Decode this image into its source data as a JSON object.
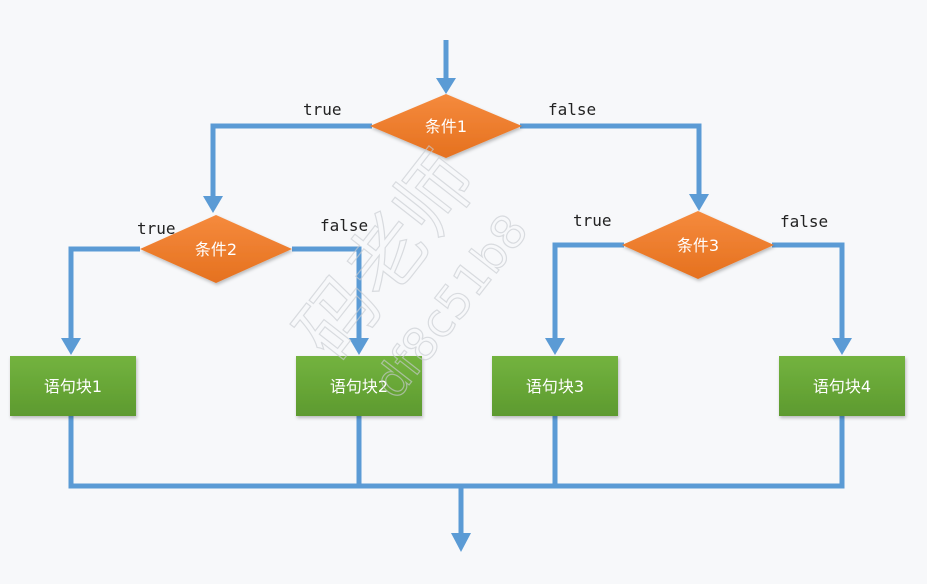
{
  "colors": {
    "line": "#5b9bd5",
    "decision_fill": "#ed7d31",
    "block_fill": "#6aaa3a",
    "background": "#f7f8fa"
  },
  "decisions": {
    "c1": "条件1",
    "c2": "条件2",
    "c3": "条件3"
  },
  "blocks": {
    "b1": "语句块1",
    "b2": "语句块2",
    "b3": "语句块3",
    "b4": "语句块4"
  },
  "branches": {
    "c1_true": "true",
    "c1_false": "false",
    "c2_true": "true",
    "c2_false": "false",
    "c3_true": "true",
    "c3_false": "false"
  },
  "watermark": {
    "name": "码老师",
    "code": "df8c51b8"
  }
}
